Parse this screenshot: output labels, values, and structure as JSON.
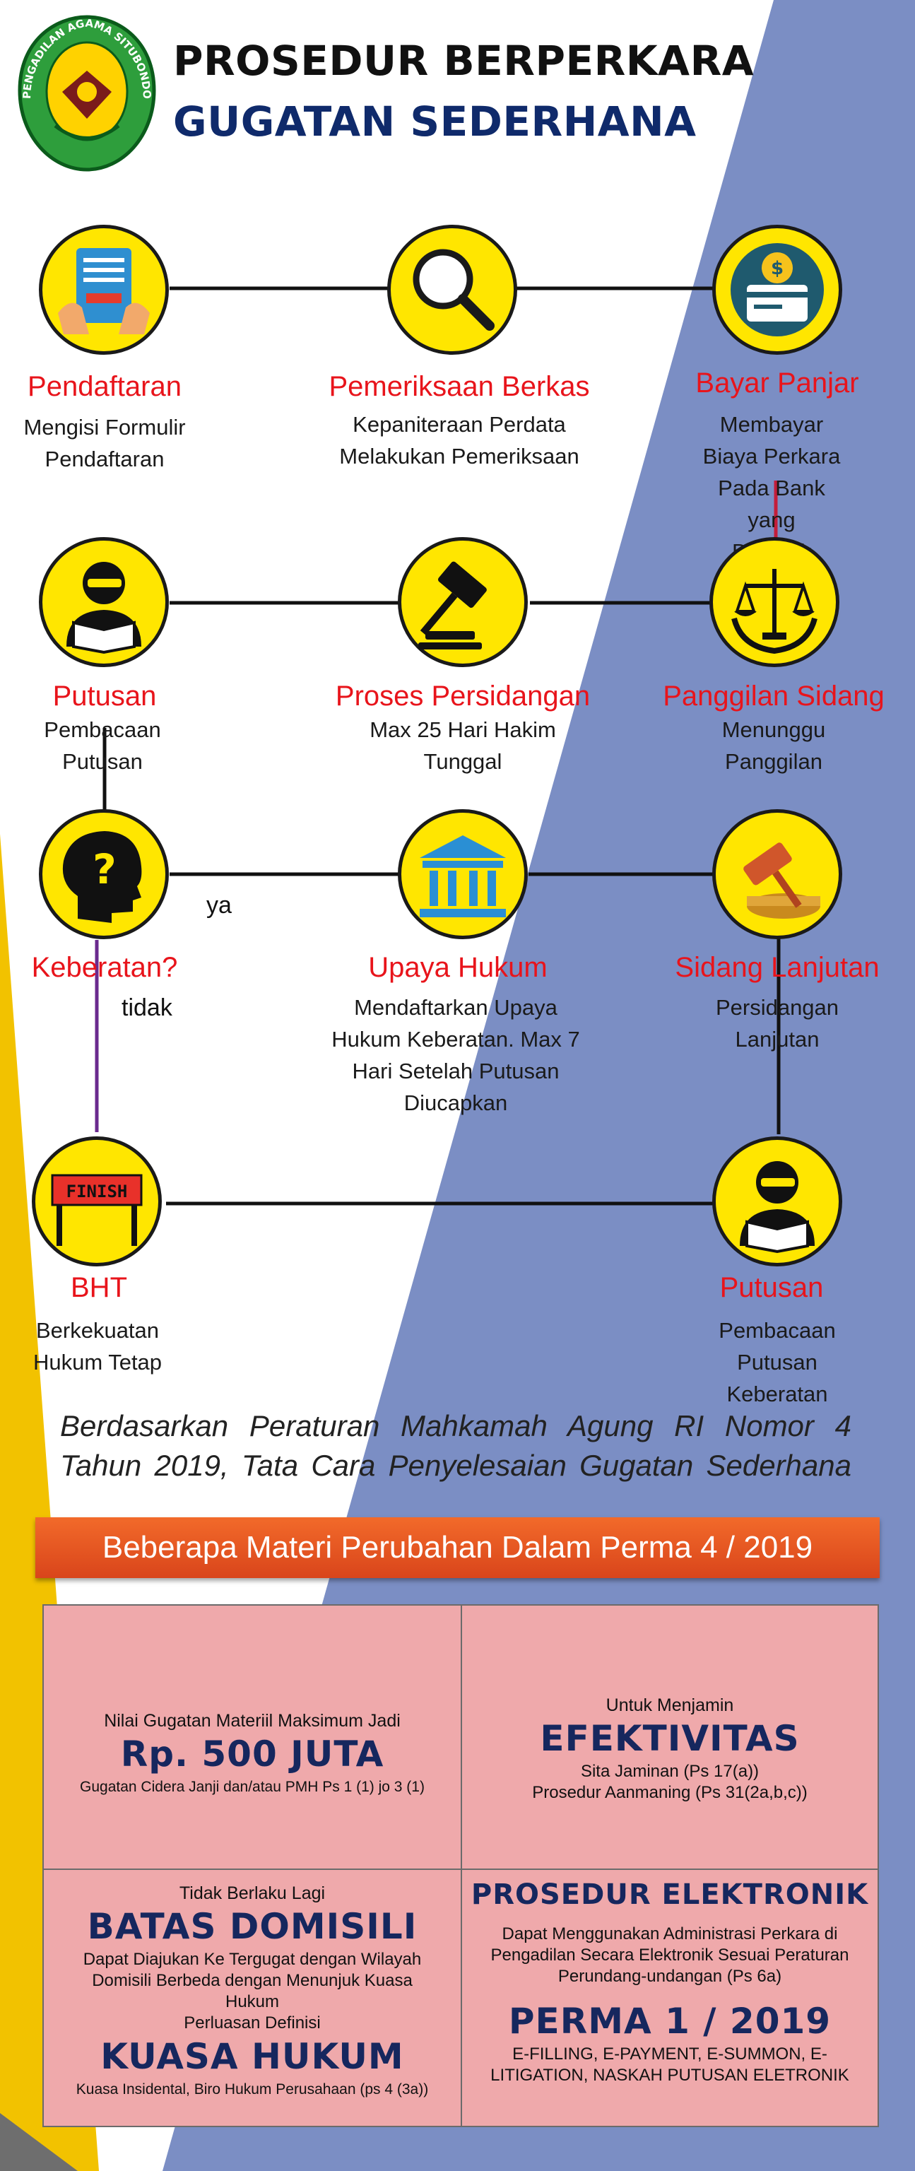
{
  "header": {
    "title_line1": "PROSEDUR BERPERKARA",
    "title_line2": "GUGATAN SEDERHANA",
    "logo_text": "PENGADILAN AGAMA SITUBONDO"
  },
  "steps": {
    "pendaftaran": {
      "title": "Pendaftaran",
      "desc1": "Mengisi Formulir",
      "desc2": "Pendaftaran"
    },
    "pemeriksaan": {
      "title": "Pemeriksaan Berkas",
      "desc1": "Kepaniteraan Perdata",
      "desc2": "Melakukan Pemeriksaan"
    },
    "bayar": {
      "title": "Bayar Panjar",
      "desc1": "Membayar Biaya Perkara",
      "desc2": "Pada Bank yang",
      "desc3": "Ditunjuk"
    },
    "putusan": {
      "title": "Putusan",
      "desc1": "Pembacaan",
      "desc2": "Putusan"
    },
    "persidangan": {
      "title": "Proses Persidangan",
      "desc1": "Max 25 Hari Hakim",
      "desc2": "Tunggal"
    },
    "panggilan": {
      "title": "Panggilan Sidang",
      "desc1": "Menunggu Panggilan"
    },
    "keberatan": {
      "title": "Keberatan?"
    },
    "upaya": {
      "title": "Upaya Hukum",
      "desc1": "Mendaftarkan Upaya",
      "desc2": "Hukum Keberatan. Max 7",
      "desc3": "Hari Setelah Putusan",
      "desc4": "Diucapkan"
    },
    "lanjutan": {
      "title": "Sidang Lanjutan",
      "desc1": "Persidangan Lanjutan"
    },
    "bht": {
      "title": "BHT",
      "desc1": "Berkekuatan",
      "desc2": "Hukum Tetap",
      "finish_text": "FINISH"
    },
    "putusan2": {
      "title": "Putusan",
      "desc1": "Pembacaan Putusan",
      "desc2": "Keberatan"
    }
  },
  "branch": {
    "yes": "ya",
    "no": "tidak"
  },
  "note": {
    "line1": "Berdasarkan Peraturan Mahkamah Agung RI Nomor 4",
    "line2": "Tahun 2019, Tata Cara Penyelesaian Gugatan Sederhana"
  },
  "banner": "Beberapa Materi Perubahan Dalam Perma 4 / 2019",
  "boxes": {
    "b1": {
      "intro": "Nilai Gugatan Materiil Maksimum Jadi",
      "big": "Rp. 500 JUTA",
      "detail": "Gugatan Cidera Janji dan/atau PMH Ps 1 (1) jo 3 (1)"
    },
    "b2": {
      "intro": "Untuk Menjamin",
      "big": "EFEKTIVITAS",
      "detail1": "Sita Jaminan (Ps 17(a))",
      "detail2": "Prosedur Aanmaning (Ps 31(2a,b,c))"
    },
    "b3": {
      "intro": "Tidak Berlaku Lagi",
      "big": "BATAS DOMISILI",
      "detail1": "Dapat Diajukan Ke Tergugat dengan Wilayah",
      "detail2": "Domisili Berbeda dengan Menunjuk Kuasa",
      "detail3": "Hukum",
      "intro2": "Perluasan Definisi",
      "big2": "KUASA HUKUM",
      "detail4": "Kuasa Insidental, Biro Hukum Perusahaan (ps 4 (3a))"
    },
    "b4": {
      "big": "PROSEDUR ELEKTRONIK",
      "detail1": "Dapat Menggunakan Administrasi Perkara di",
      "detail2": "Pengadilan Secara Elektronik Sesuai Peraturan",
      "detail3": "Perundang-undangan (Ps 6a)",
      "big2": "PERMA 1 / 2019",
      "detail4": "E-FILLING, E-PAYMENT, E-SUMMON, E-",
      "detail5": "LITIGATION, NASKAH PUTUSAN ELETRONIK"
    }
  },
  "colors": {
    "blue_band": "#7b8ec4",
    "yellow_band": "#f2c200",
    "node": "#ffe600",
    "label_red": "#e8141b",
    "banner": "#e5572a",
    "box": "#efa9ab"
  }
}
